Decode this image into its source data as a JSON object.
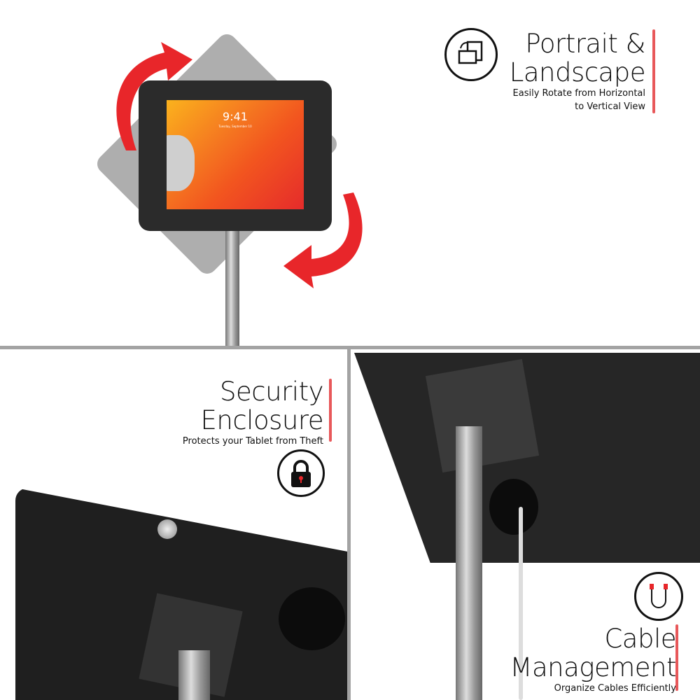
{
  "features": [
    {
      "title_line1": "Portrait &",
      "title_line2": "Landscape",
      "sub_line1": "Easily Rotate from Horizontal",
      "sub_line2": "to Vertical View",
      "icon": "rotate-screens-icon"
    },
    {
      "title_line1": "Security",
      "title_line2": "Enclosure",
      "sub_line1": "Protects your Tablet from Theft",
      "icon": "padlock-icon"
    },
    {
      "title_line1": "Cable",
      "title_line2": "Management",
      "sub_line1": "Organize Cables Efficiently",
      "icon": "cable-icon"
    }
  ],
  "tablet_screen": {
    "time": "9:41",
    "date": "Tuesday, September 10"
  },
  "colors": {
    "accent": "#e8585a",
    "arrow": "#e8262a",
    "divider": "#a3a3a3",
    "enclosure": "#2b2b2b"
  }
}
